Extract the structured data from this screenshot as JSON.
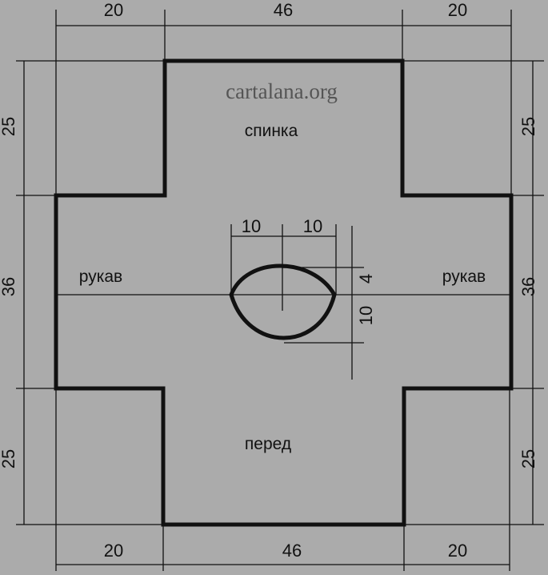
{
  "watermark": "cartalana.org",
  "labels": {
    "back": "спинка",
    "front": "перед",
    "sleeve_left": "рукав",
    "sleeve_right": "рукав"
  },
  "dimensions": {
    "top": [
      "20",
      "46",
      "20"
    ],
    "bottom": [
      "20",
      "46",
      "20"
    ],
    "left": [
      "25",
      "36",
      "25"
    ],
    "right": [
      "25",
      "36",
      "25"
    ],
    "neck_widths": [
      "10",
      "10"
    ],
    "neck_depth_back": "4",
    "neck_depth_front": "10"
  },
  "colors": {
    "background": "#ababab",
    "lines": "#111111",
    "watermark": "#555555"
  }
}
